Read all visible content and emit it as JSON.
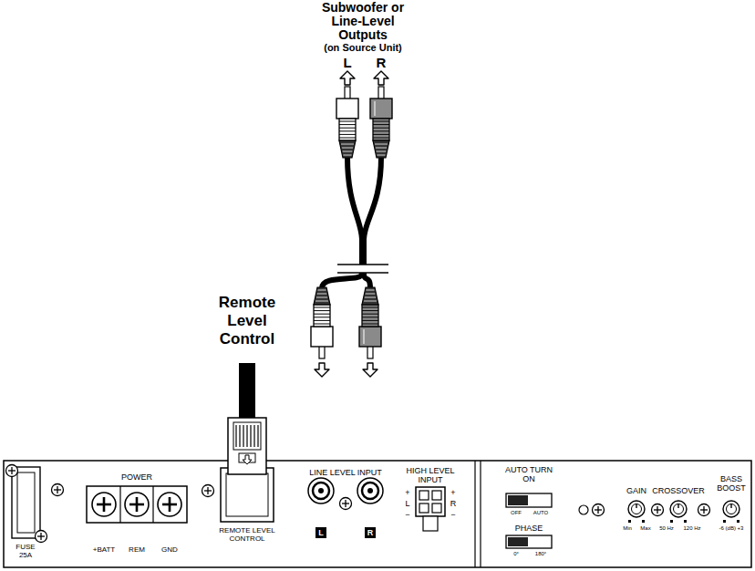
{
  "diagram": {
    "labels": [
      "Subwoofer or Line-Level Outputs",
      "(on Source Unit)",
      "L",
      "R",
      "Remote Level Control",
      "FUSE 25A",
      "POWER",
      "+BATT",
      "REM",
      "GND",
      "REMOTE LEVEL CONTROL",
      "LINE LEVEL INPUT",
      "L",
      "R",
      "HIGH LEVEL INPUT",
      "+",
      "L",
      "−",
      "+",
      "R",
      "−",
      "AUTO TURN ON",
      "OFF",
      "AUTO",
      "PHASE",
      "0°",
      "180°",
      "GAIN",
      "CROSSOVER",
      "BASS BOOST",
      "Min",
      "Max",
      "50 Hz",
      "120 Hz",
      "-6 (dB) +3"
    ]
  }
}
